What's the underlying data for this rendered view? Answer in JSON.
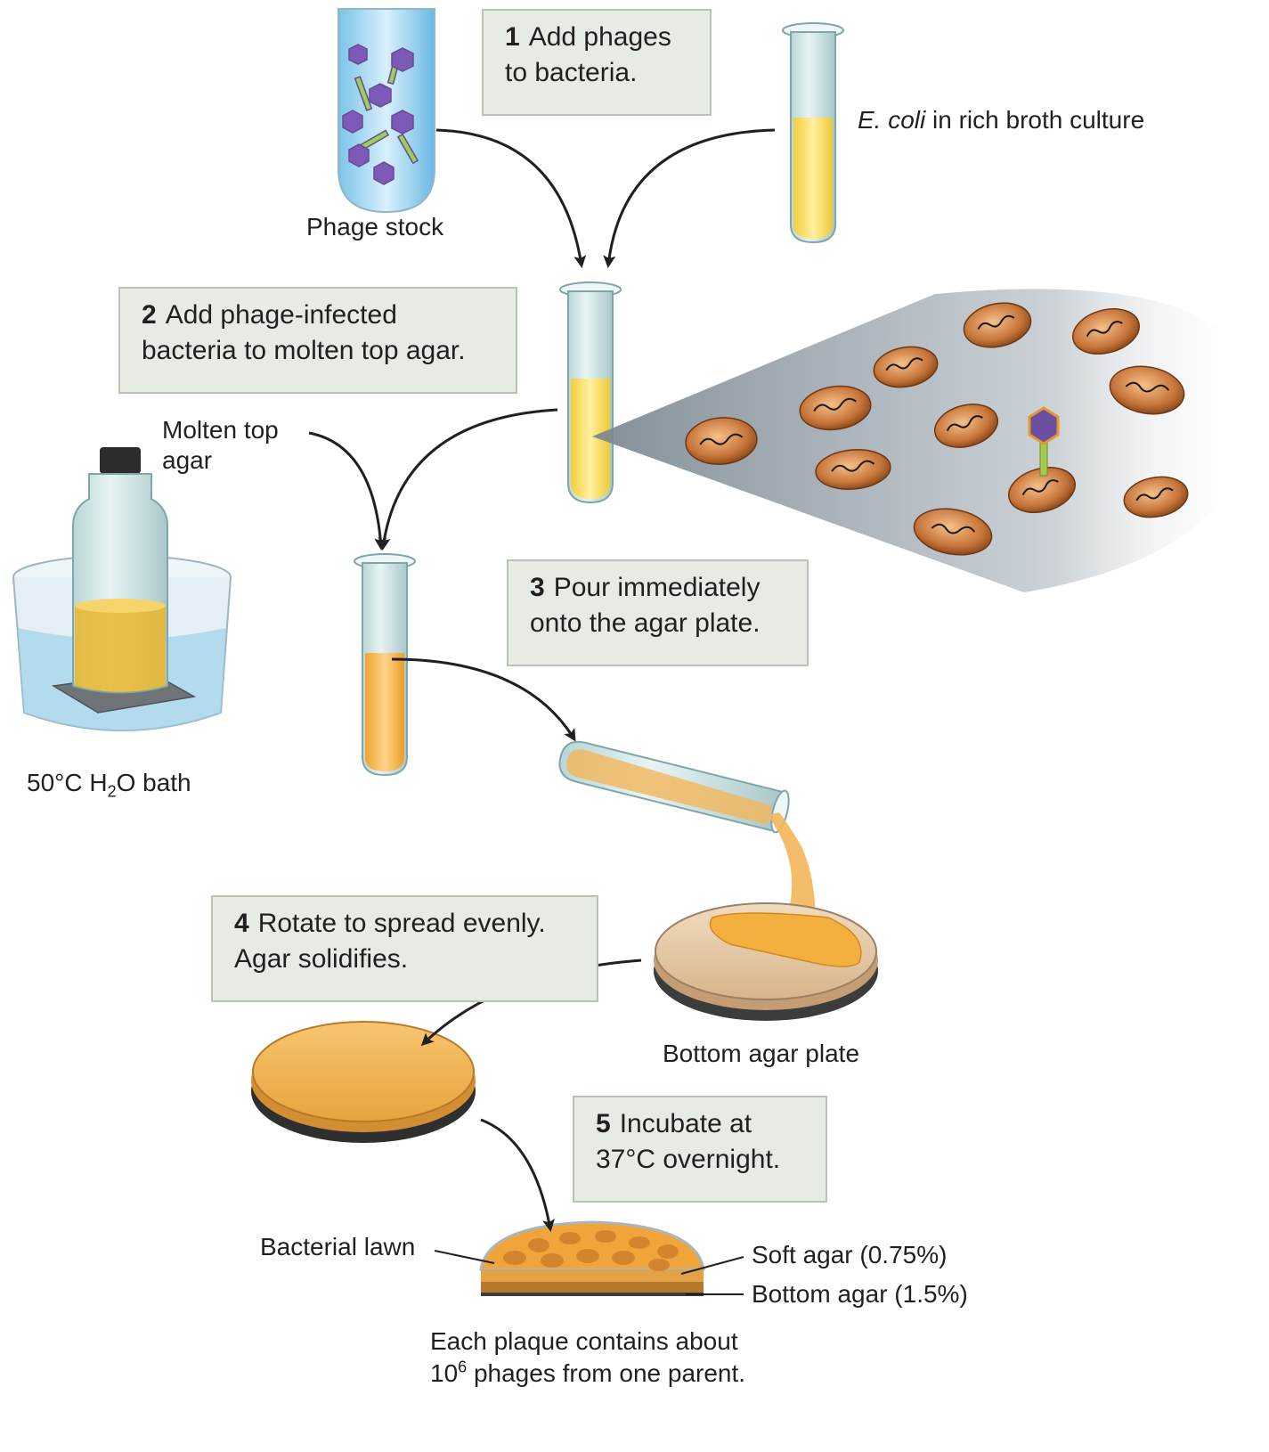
{
  "steps": [
    {
      "num": "1",
      "line1": "Add phages",
      "line2": "to bacteria."
    },
    {
      "num": "2",
      "line1": "Add phage-infected",
      "line2": "bacteria to molten top agar."
    },
    {
      "num": "3",
      "line1": "Pour immediately",
      "line2": "onto the agar plate."
    },
    {
      "num": "4",
      "line1": "Rotate to spread evenly.",
      "line2": "Agar solidifies."
    },
    {
      "num": "5",
      "line1": "Incubate at",
      "line2": "37°C overnight."
    }
  ],
  "labels": {
    "phage_stock": "Phage stock",
    "ecoli_italic": "E. coli",
    "ecoli_rest": " in rich broth culture",
    "molten_line1": "Molten top",
    "molten_line2": "agar",
    "bath_pre": "50°C H",
    "bath_sub": "2",
    "bath_post": "O bath",
    "bottom_plate": "Bottom agar plate",
    "lawn": "Bacterial lawn",
    "soft_agar": "Soft agar (0.75%)",
    "bottom_agar": "Bottom agar (1.5%)",
    "caption_line1": "Each plaque contains about",
    "caption_line2_pre": "10",
    "caption_line2_sup": "6",
    "caption_line2_post": " phages from one parent."
  },
  "colors": {
    "box_fill": "#e6ebe4",
    "box_border": "#b9c4b7",
    "broth": "#f7dc5a",
    "top_agar": "#f2b33a",
    "bacteria": "#c77a35",
    "phage_head": "#6a4fa3",
    "phage_tail": "#a7c94a",
    "arrow": "#231f20"
  }
}
